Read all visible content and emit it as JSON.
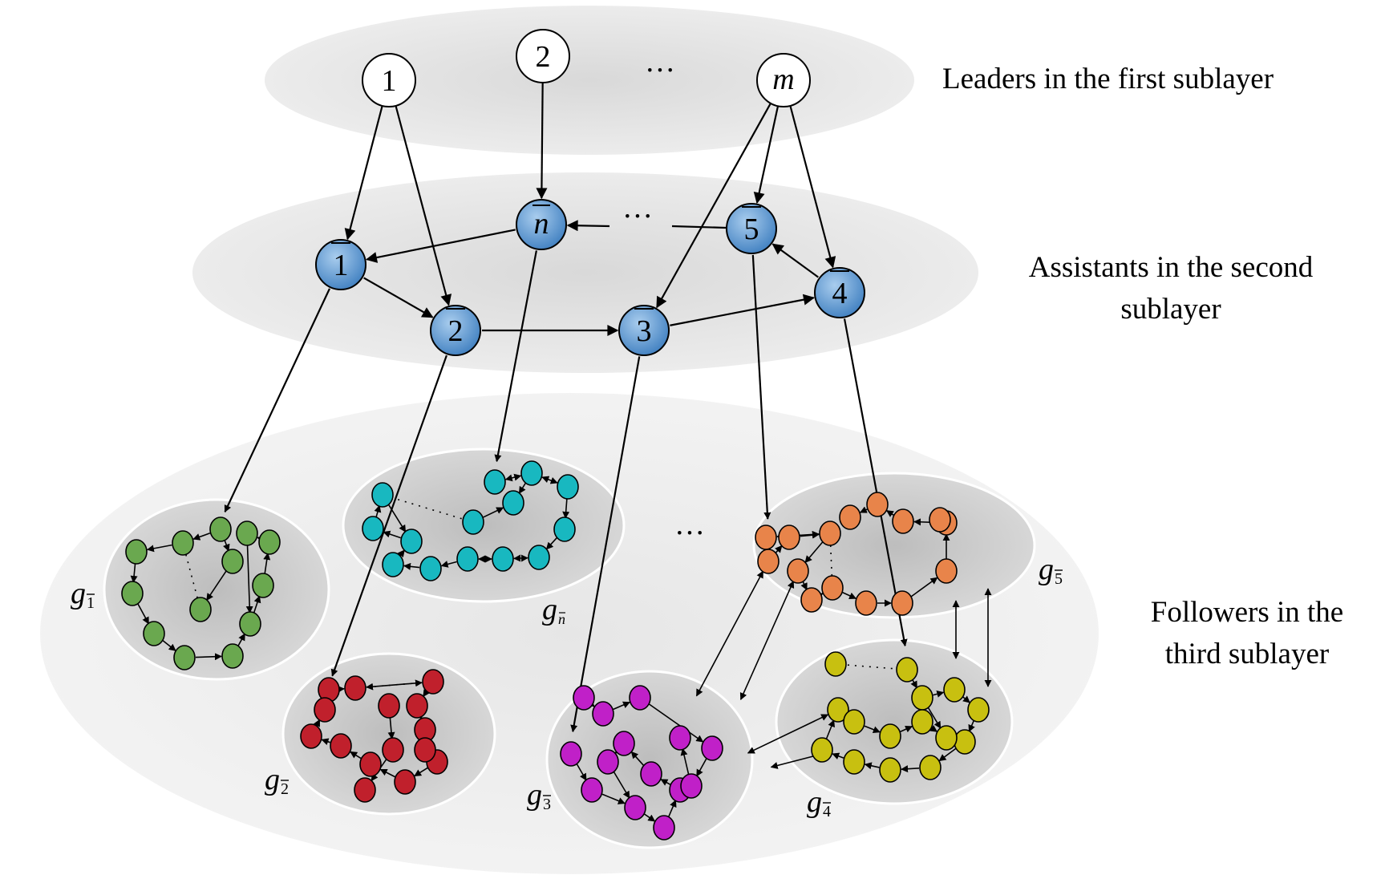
{
  "layers": {
    "leaders": "Leaders in the first sublayer",
    "assistants_line1": "Assistants in the second",
    "assistants_line2": "sublayer",
    "followers_line1": "Followers in the",
    "followers_line2": "third sublayer"
  },
  "leaders": [
    "1",
    "2",
    "m"
  ],
  "ellipsis": "···",
  "assistants": [
    "1",
    "2",
    "3",
    "4",
    "5",
    "n"
  ],
  "groups": {
    "g": "g",
    "subs": [
      "1",
      "2",
      "3",
      "4",
      "5",
      "n"
    ]
  },
  "colors": {
    "layer": "#e6e6e6",
    "group": "#cccccc",
    "assistant": "#5b9bd5",
    "g1": "#6aa84f",
    "g2": "#c0202c",
    "gn": "#18b8c0",
    "g3": "#c020c8",
    "g4": "#c8c010",
    "g5": "#e8844a"
  }
}
